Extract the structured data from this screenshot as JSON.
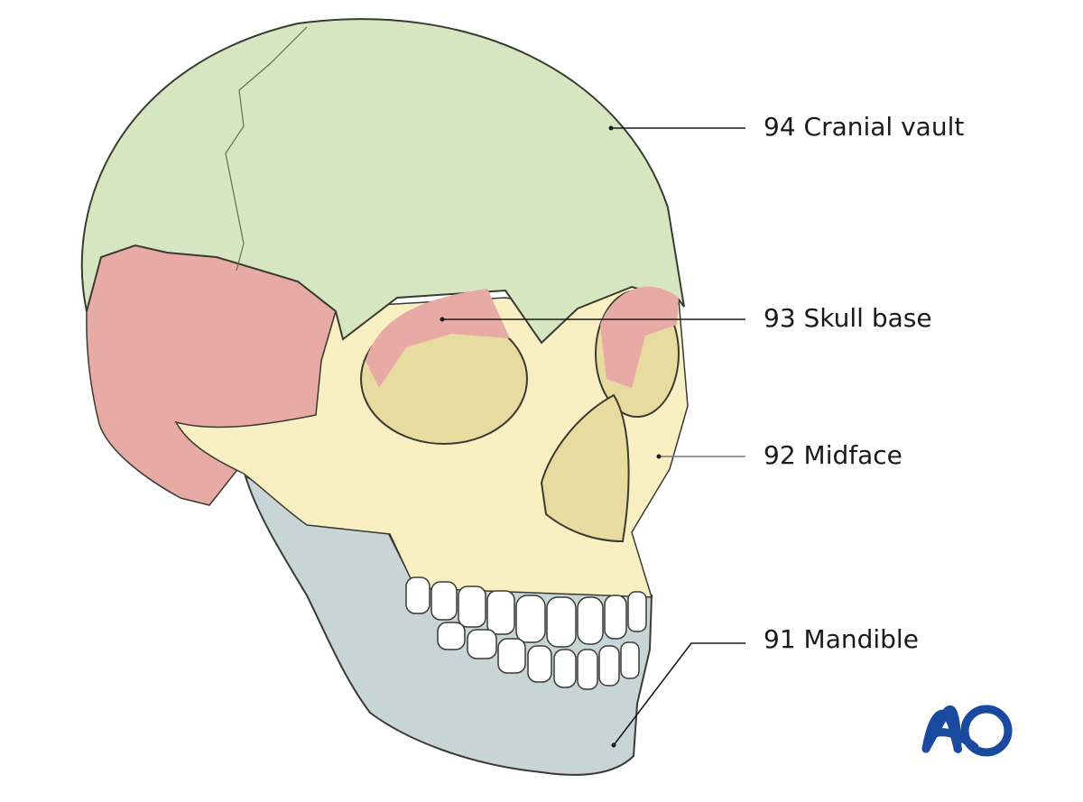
{
  "figure": {
    "labels": [
      {
        "id": "cranial-vault",
        "text": "94 Cranial vault"
      },
      {
        "id": "skull-base",
        "text": "93 Skull base"
      },
      {
        "id": "midface",
        "text": "92 Midface"
      },
      {
        "id": "mandible",
        "text": "91 Mandible"
      }
    ],
    "logo_text": "AO",
    "colors": {
      "cranial_vault": "#d6e6c0",
      "skull_base": "#e8aaa4",
      "midface": "#f8efc3",
      "mandible": "#c8d5d7",
      "outline": "#3a3a32",
      "logo": "#1a49a0"
    }
  }
}
